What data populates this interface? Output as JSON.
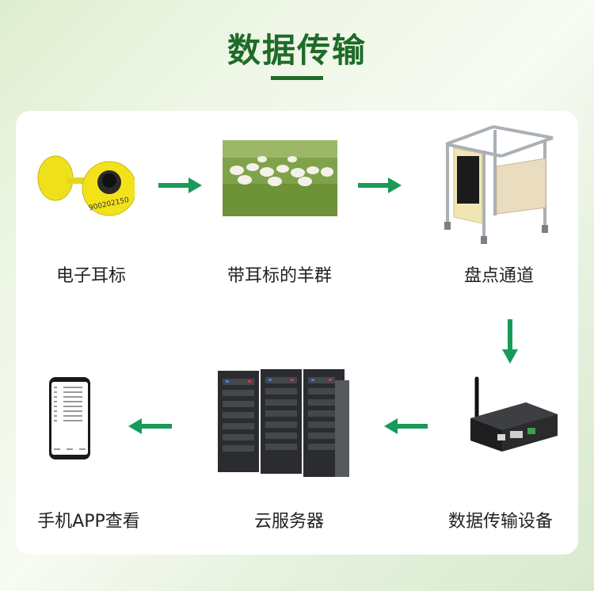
{
  "title": "数据传输",
  "steps": [
    {
      "label": "电子耳标"
    },
    {
      "label": "带耳标的羊群"
    },
    {
      "label": "盘点通道"
    },
    {
      "label": "数据传输设备"
    },
    {
      "label": "云服务器"
    },
    {
      "label": "手机APP查看"
    }
  ],
  "ear_tag_text": "900202150",
  "colors": {
    "accent": "#1e6b28",
    "arrow": "#1a9a5a",
    "tag": "#f2e21a"
  }
}
